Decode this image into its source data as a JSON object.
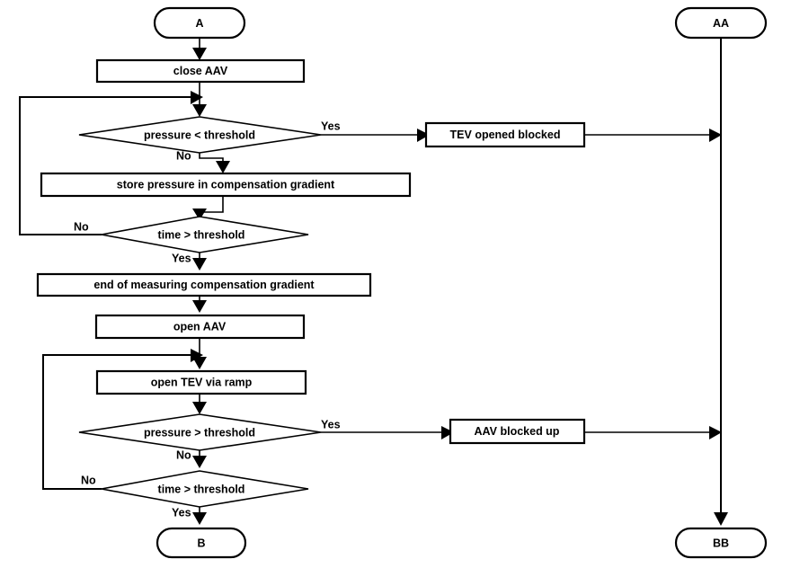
{
  "diagram": {
    "title": "AAV / TEV compensation gradient flowchart",
    "background_color": "#ffffff",
    "stroke_color": "#000000",
    "nodes": [
      {
        "id": "start_a",
        "type": "terminator",
        "label": "A"
      },
      {
        "id": "close_aav",
        "type": "process",
        "label": "close AAV"
      },
      {
        "id": "pressure_lt",
        "type": "decision",
        "label": "pressure < threshold"
      },
      {
        "id": "store_pressure",
        "type": "process",
        "label": "store pressure in compensation gradient"
      },
      {
        "id": "time_gt_1",
        "type": "decision",
        "label": "time > threshold"
      },
      {
        "id": "end_measuring",
        "type": "process",
        "label": "end of measuring compensation gradient"
      },
      {
        "id": "open_aav",
        "type": "process",
        "label": "open AAV"
      },
      {
        "id": "open_tev_ramp",
        "type": "process",
        "label": "open TEV via ramp"
      },
      {
        "id": "pressure_gt",
        "type": "decision",
        "label": "pressure > threshold"
      },
      {
        "id": "time_gt_2",
        "type": "decision",
        "label": "time > threshold"
      },
      {
        "id": "end_b",
        "type": "terminator",
        "label": "B"
      },
      {
        "id": "tev_opened_blocked",
        "type": "process",
        "label": "TEV opened blocked"
      },
      {
        "id": "aav_blocked_up",
        "type": "process",
        "label": "AAV blocked up"
      },
      {
        "id": "start_aa",
        "type": "terminator",
        "label": "AA"
      },
      {
        "id": "end_bb",
        "type": "terminator",
        "label": "BB"
      }
    ],
    "edge_labels": {
      "pressure_lt_yes": "Yes",
      "pressure_lt_no": "No",
      "time_gt_1_no": "No",
      "time_gt_1_yes": "Yes",
      "pressure_gt_yes": "Yes",
      "pressure_gt_no": "No",
      "time_gt_2_no": "No",
      "time_gt_2_yes": "Yes"
    }
  }
}
